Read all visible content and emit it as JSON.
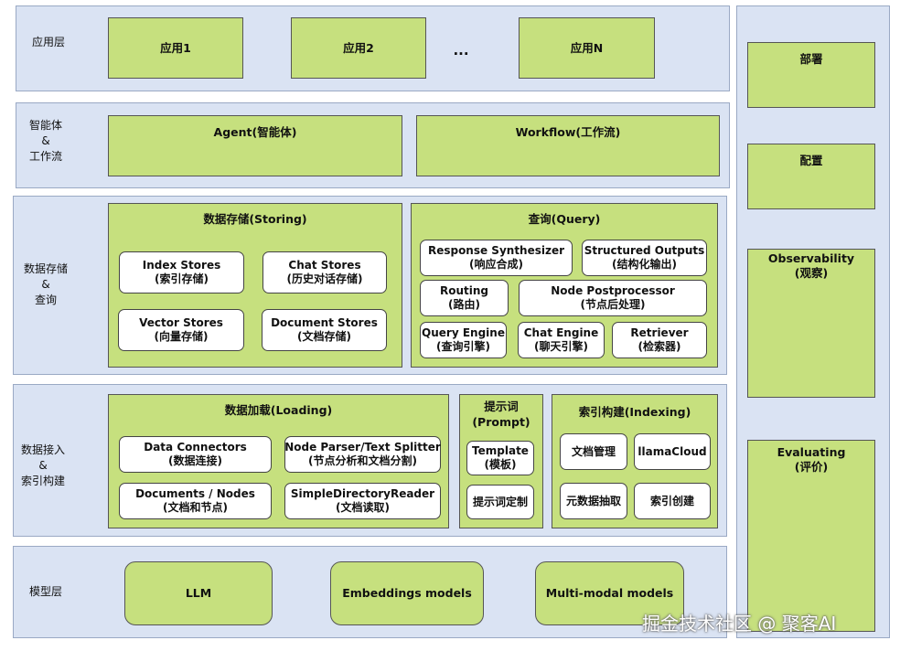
{
  "app_layer": {
    "label": "应用层",
    "apps": [
      "应用1",
      "应用2",
      "应用N"
    ],
    "ellipsis": "..."
  },
  "agent_layer": {
    "label_lines": [
      "智能体",
      "&",
      "工作流"
    ],
    "agent": "Agent(智能体)",
    "workflow": "Workflow(工作流)"
  },
  "storage_layer": {
    "label_lines": [
      "数据存储",
      "&",
      "查询"
    ],
    "storing": {
      "title": "数据存储(Storing)",
      "items": [
        {
          "name": "Index Stores",
          "sub": "(索引存储)"
        },
        {
          "name": "Chat Stores",
          "sub": "(历史对话存储)"
        },
        {
          "name": "Vector Stores",
          "sub": "(向量存储)"
        },
        {
          "name": "Document Stores",
          "sub": "(文档存储)"
        }
      ]
    },
    "query": {
      "title": "查询(Query)",
      "items": [
        {
          "name": "Response Synthesizer",
          "sub": "(响应合成)"
        },
        {
          "name": "Structured Outputs",
          "sub": "(结构化输出)"
        },
        {
          "name": "Routing",
          "sub": "(路由)"
        },
        {
          "name": "Node Postprocessor",
          "sub": "(节点后处理)"
        },
        {
          "name": "Query Engine",
          "sub": "(查询引擎)"
        },
        {
          "name": "Chat Engine",
          "sub": "(聊天引擎)"
        },
        {
          "name": "Retriever",
          "sub": "(检索器)"
        }
      ]
    }
  },
  "ingestion_layer": {
    "label_lines": [
      "数据接入",
      "&",
      "索引构建"
    ],
    "loading": {
      "title": "数据加载(Loading)",
      "items": [
        {
          "name": "Data Connectors",
          "sub": "(数据连接)"
        },
        {
          "name": "Node Parser/Text Splitter",
          "sub": "(节点分析和文档分割)"
        },
        {
          "name": "Documents / Nodes",
          "sub": "(文档和节点)"
        },
        {
          "name": "SimpleDirectoryReader",
          "sub": "(文档读取)"
        }
      ]
    },
    "prompt": {
      "title_lines": [
        "提示词",
        "(Prompt)"
      ],
      "template": {
        "name": "Template",
        "sub": "(模板)"
      },
      "custom": "提示词定制"
    },
    "indexing": {
      "title": "索引构建(Indexing)",
      "items": [
        "文档管理",
        "llamaCloud",
        "元数据抽取",
        "索引创建"
      ]
    }
  },
  "model_layer": {
    "label": "模型层",
    "models": [
      "LLM",
      "Embeddings models",
      "Multi-modal models"
    ]
  },
  "side_panel": {
    "items": [
      "部署",
      "配置",
      {
        "name": "Observability",
        "sub": "(观察)"
      },
      {
        "name": "Evaluating",
        "sub": "(评价)"
      }
    ]
  },
  "watermark": "掘金技术社区 @ 聚客AI",
  "colors": {
    "layer_bg": "#dae3f3",
    "layer_border": "#9aa9c4",
    "module_green": "#c6e07e",
    "box_white": "#ffffff"
  }
}
